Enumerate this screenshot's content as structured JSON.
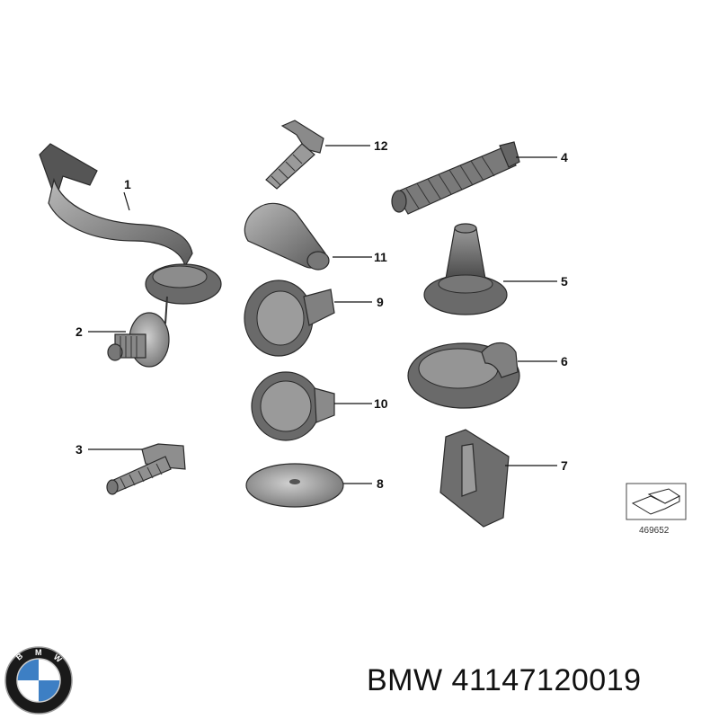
{
  "callouts": [
    {
      "id": "1",
      "label": "1"
    },
    {
      "id": "2",
      "label": "2"
    },
    {
      "id": "3",
      "label": "3"
    },
    {
      "id": "4",
      "label": "4"
    },
    {
      "id": "5",
      "label": "5"
    },
    {
      "id": "6",
      "label": "6"
    },
    {
      "id": "7",
      "label": "7"
    },
    {
      "id": "8",
      "label": "8"
    },
    {
      "id": "9",
      "label": "9"
    },
    {
      "id": "10",
      "label": "10"
    },
    {
      "id": "11",
      "label": "11"
    },
    {
      "id": "12",
      "label": "12"
    }
  ],
  "reference_box": {
    "number": "469652"
  },
  "footer": {
    "part_title": "BMW 41147120019"
  },
  "logo": {
    "brand": "BMW",
    "colors": {
      "ring": "#1a1a1a",
      "blue": "#3d7fc4",
      "white": "#ffffff"
    }
  }
}
